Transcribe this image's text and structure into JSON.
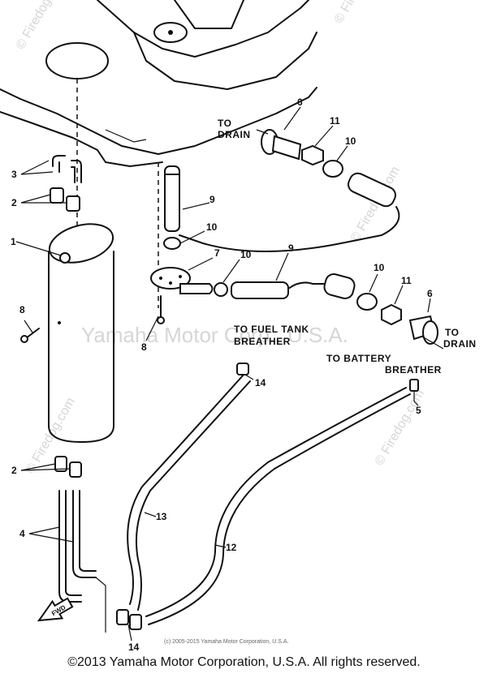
{
  "watermarks": {
    "brand_center": "Yamaha Motor Corp., U.S.A.",
    "firedog_1": "© Firedog.com",
    "firedog_2": "© Firedog.com",
    "firedog_3": "© Firedog.com",
    "firedog_4": "© Firedog.com",
    "firedog_5": "© Firedog.com"
  },
  "captions": {
    "to_drain_top_1": "TO",
    "to_drain_top_2": "DRAIN",
    "to_fuel_tank_1": "TO FUEL TANK",
    "to_fuel_tank_2": "BREATHER",
    "to_drain_right_1": "TO",
    "to_drain_right_2": "DRAIN",
    "to_battery_1": "TO BATTERY",
    "to_battery_2": "BREATHER",
    "fwd": "FWD"
  },
  "callouts": {
    "c1": "1",
    "c2a": "2",
    "c2b": "2",
    "c3": "3",
    "c4": "4",
    "c5": "5",
    "c6a": "6",
    "c6b": "6",
    "c7": "7",
    "c8a": "8",
    "c8b": "8",
    "c9a": "9",
    "c9b": "9",
    "c10a": "10",
    "c10b": "10",
    "c10c": "10",
    "c10d": "10",
    "c11a": "11",
    "c11b": "11",
    "c12": "12",
    "c13": "13",
    "c14a": "14",
    "c14b": "14"
  },
  "small_copyright": "(c) 2005-2015 Yamaha Motor Corporation, U.S.A.",
  "footer": "©2013 Yamaha Motor Corporation, U.S.A. All rights reserved."
}
